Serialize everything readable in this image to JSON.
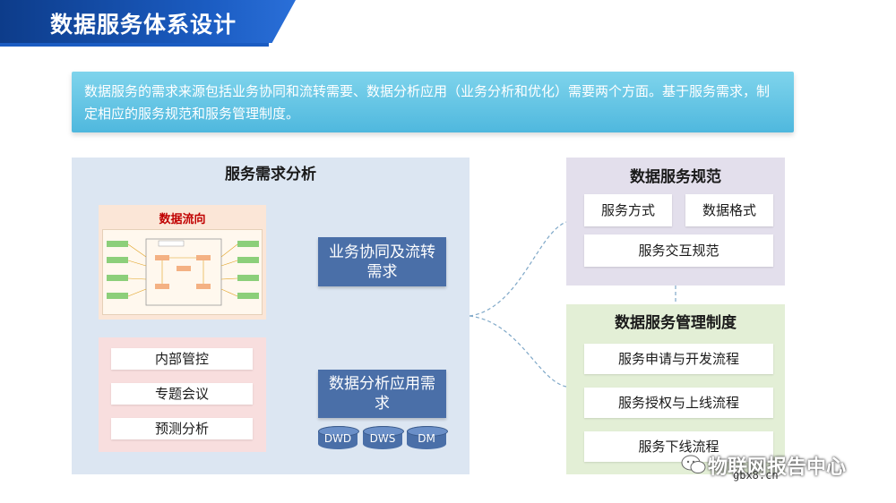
{
  "header": {
    "title": "数据服务体系设计"
  },
  "intro": {
    "text": "数据服务的需求来源包括业务协同和流转需要、数据分析应用（业务分析和优化）需要两个方面。基于服务需求，制定相应的服务规范和服务管理制度。"
  },
  "left_panel": {
    "title": "服务需求分析",
    "flow": {
      "title": "数据流向"
    },
    "controls": [
      "内部管控",
      "专题会议",
      "预测分析"
    ],
    "business_box": "业务协同及流转需求",
    "analysis_box": "数据分析应用需求",
    "stores": [
      "DWD",
      "DWS",
      "DM"
    ]
  },
  "spec_panel": {
    "title": "数据服务规范",
    "items": [
      "服务方式",
      "数据格式",
      "服务交互规范"
    ]
  },
  "mgmt_panel": {
    "title": "数据服务管理制度",
    "items": [
      "服务申请与开发流程",
      "服务授权与上线流程",
      "服务下线流程"
    ]
  },
  "watermark": {
    "text": "物联网报告中心",
    "source": "gbx8.cn"
  },
  "colors": {
    "title_blue": "#1b5cc2",
    "box_blue": "#4a6fa8",
    "intro_cyan": "#4fb8de",
    "flow_red": "#c00000"
  }
}
